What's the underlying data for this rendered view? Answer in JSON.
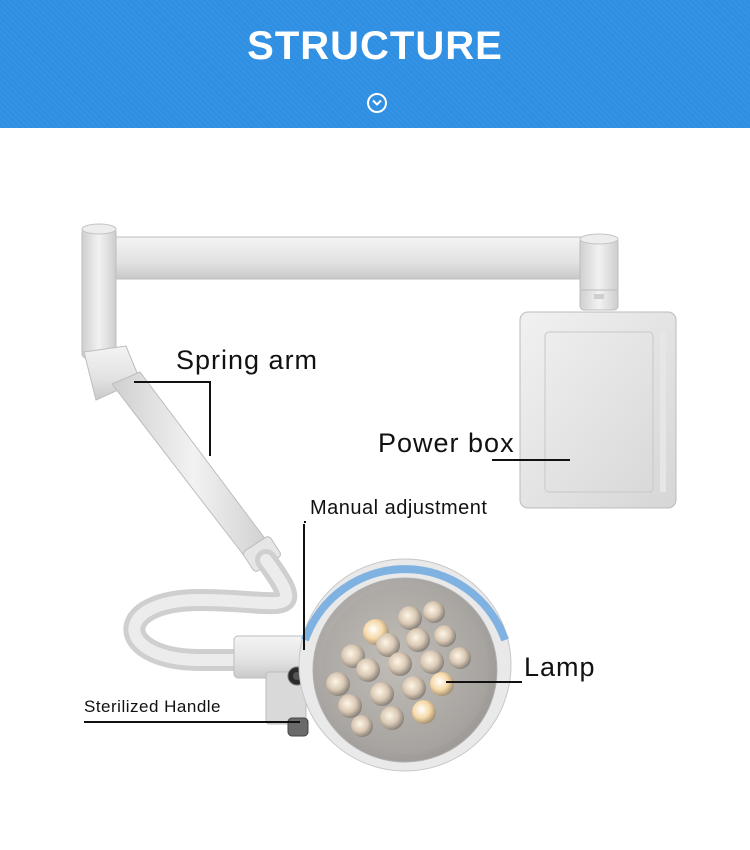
{
  "header": {
    "title": "STRUCTURE",
    "icon": "chevron-down-circle-icon"
  },
  "diagram": {
    "labels": {
      "spring_arm": "Spring arm",
      "power_box": "Power box",
      "manual_adjustment": "Manual adjustment",
      "lamp": "Lamp",
      "sterilized_handle": "Sterilized Handle"
    }
  },
  "colors": {
    "banner": "#2f8fe3",
    "banner_text": "#ffffff",
    "equipment": "#e4e4e4",
    "lamp_ring": "#7fb2e0",
    "leader_line": "#111111"
  }
}
